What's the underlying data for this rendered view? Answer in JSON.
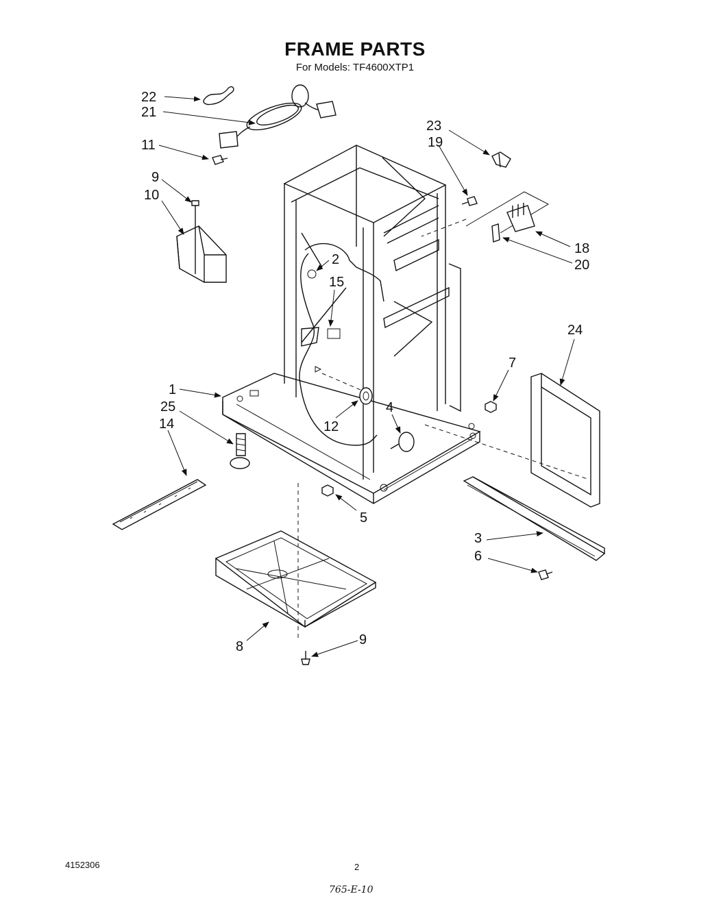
{
  "header": {
    "title": "FRAME PARTS",
    "subtitle": "For Models:  TF4600XTP1"
  },
  "callouts": {
    "c22": "22",
    "c21": "21",
    "c11": "11",
    "c9a": "9",
    "c10": "10",
    "c23": "23",
    "c19": "19",
    "c18": "18",
    "c20": "20",
    "c2": "2",
    "c15": "15",
    "c24": "24",
    "c7": "7",
    "c1": "1",
    "c25": "25",
    "c14": "14",
    "c12": "12",
    "c4": "4",
    "c5": "5",
    "c3": "3",
    "c6": "6",
    "c8": "8",
    "c9b": "9"
  },
  "footer": {
    "doc_number": "4152306",
    "page_number": "2",
    "handwritten_note": "765-E-10"
  }
}
